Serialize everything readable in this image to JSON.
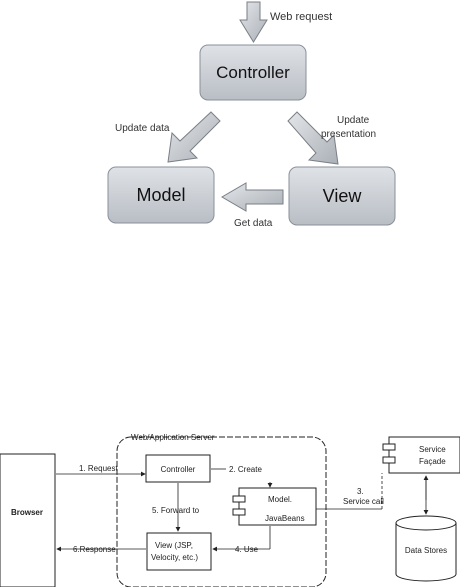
{
  "top_diagram": {
    "web_request": "Web request",
    "controller": "Controller",
    "model": "Model",
    "view": "View",
    "update_data": "Update data",
    "update_presentation_1": "Update",
    "update_presentation_2": "presentation",
    "get_data": "Get data"
  },
  "bottom_diagram": {
    "server_title": "Web/Application Server",
    "browser": "Browser",
    "controller": "Controller",
    "model_1": "Model.",
    "model_2": "JavaBeans",
    "view_1": "View (JSP,",
    "view_2": "Velocity, etc.)",
    "service_1": "Service",
    "service_2": "Façade",
    "data_stores": "Data Stores",
    "step_1": "1. Request",
    "step_2": "2. Create",
    "step_3_num": "3.",
    "step_3_text": "Service call",
    "step_4": "4. Use",
    "step_5": "5. Forward to",
    "step_6": "6.Response"
  },
  "colors": {
    "box_fill": "#cfd3d8",
    "box_stroke": "#8a9099",
    "arrow_fill": "#c8ccd1",
    "arrow_stroke": "#7a7f86"
  }
}
